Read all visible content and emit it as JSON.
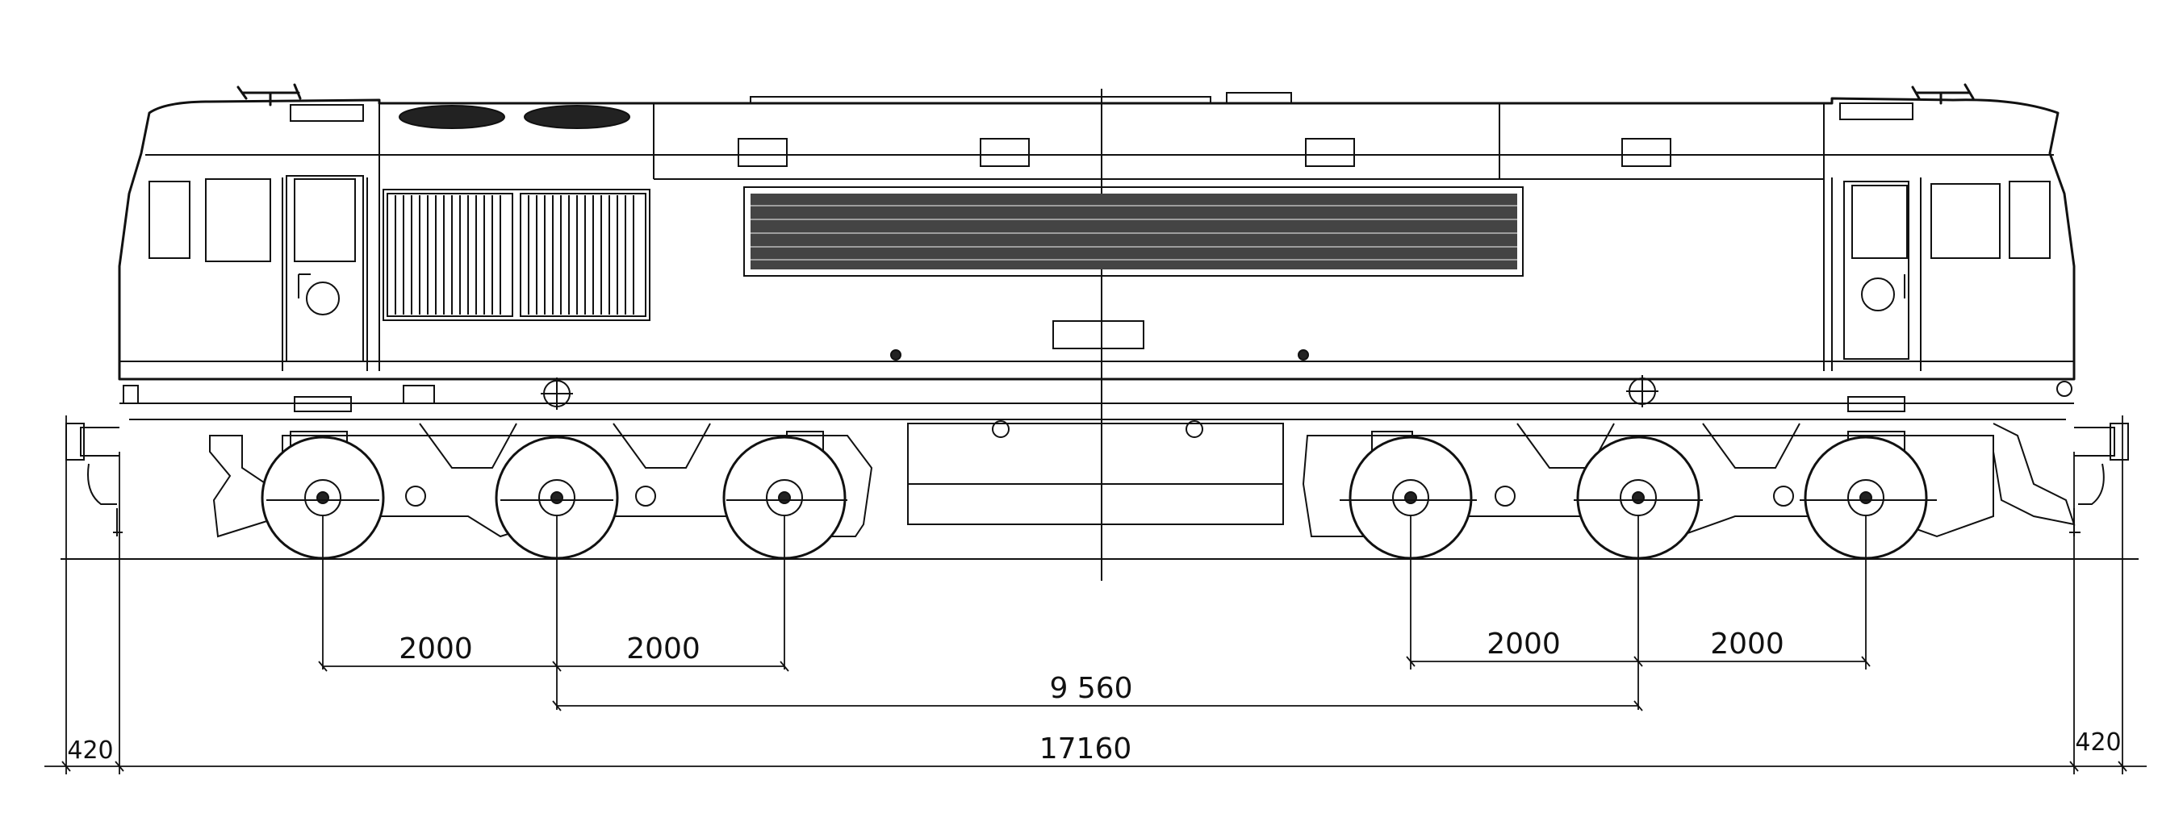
{
  "dimensions": {
    "left_bogie_axle_1_2": "2000",
    "left_bogie_axle_2_3": "2000",
    "right_bogie_axle_1_2": "2000",
    "right_bogie_axle_2_3": "2000",
    "bogie_centre_distance": "9 560",
    "body_length": "17160",
    "left_buffer_overhang": "420",
    "right_buffer_overhang": "420"
  }
}
